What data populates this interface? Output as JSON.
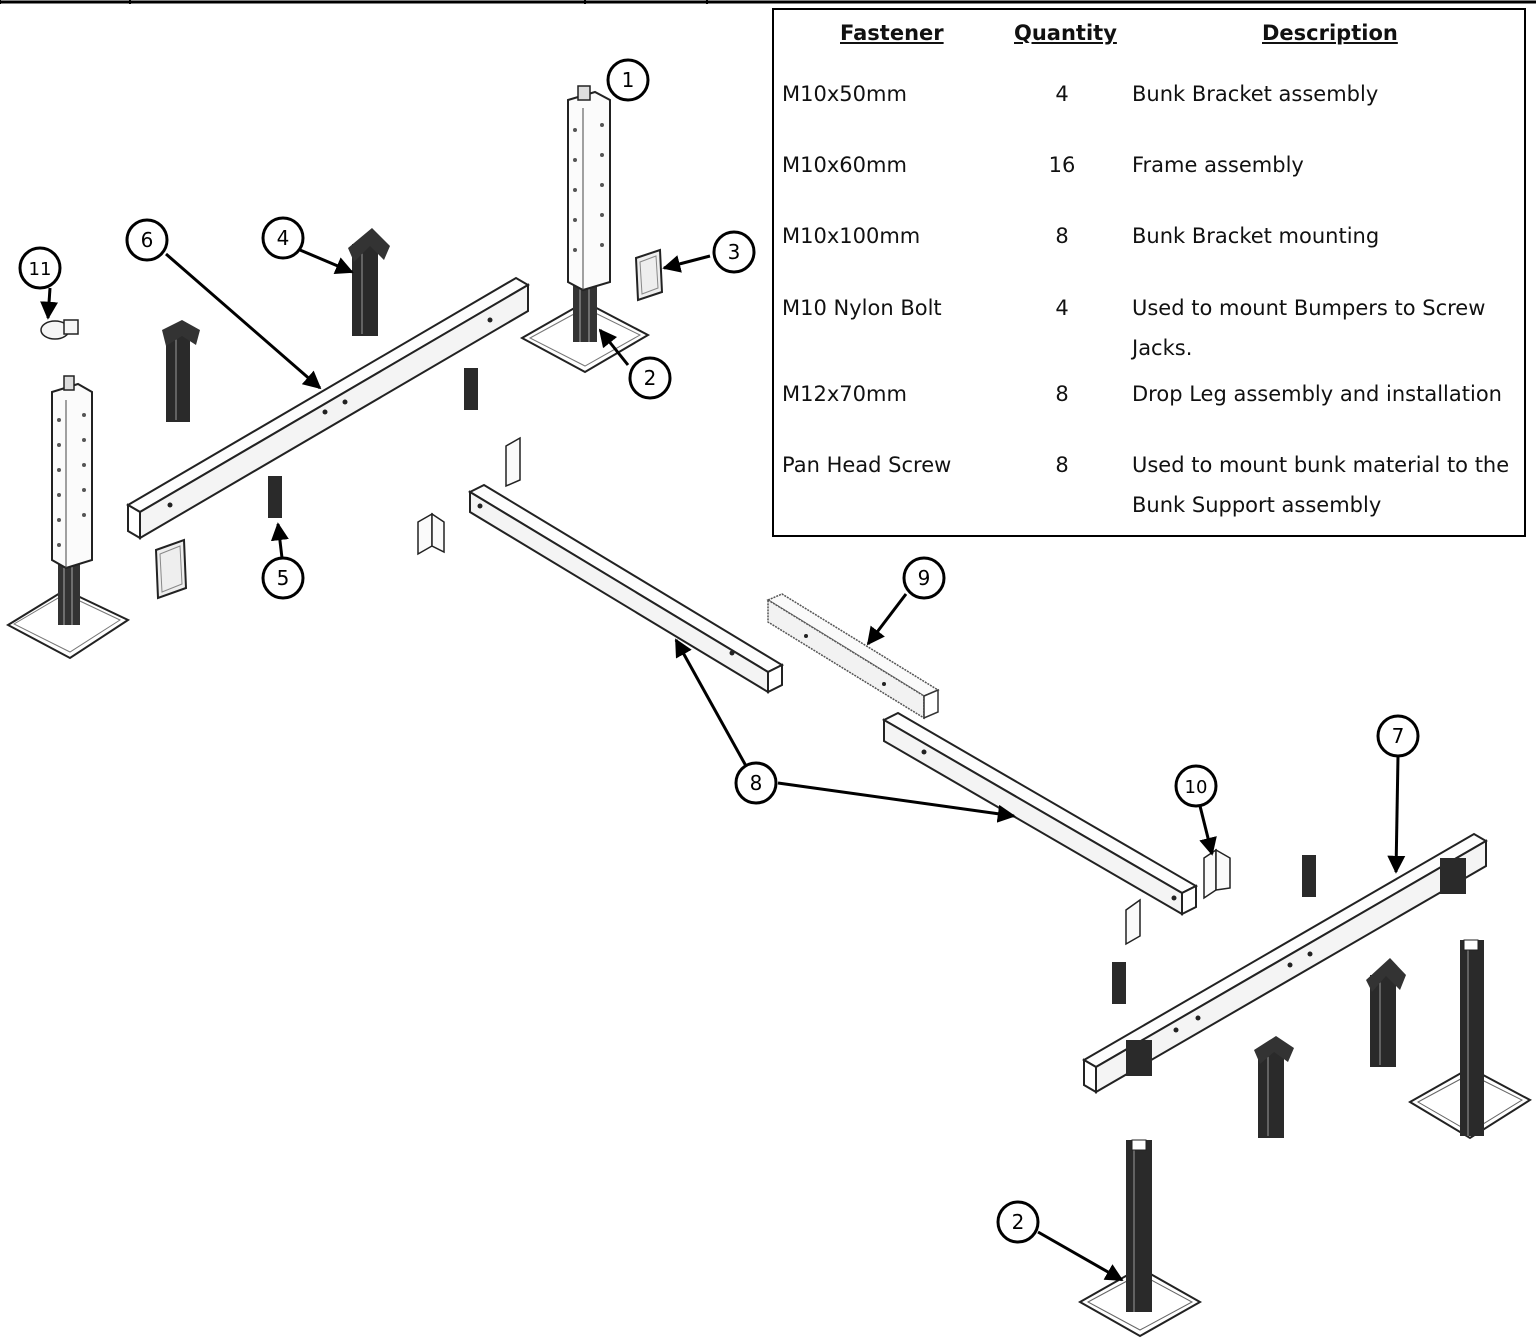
{
  "header_strip": {},
  "table": {
    "headers": {
      "fastener": "Fastener",
      "quantity": "Quantity",
      "description": "Description"
    },
    "rows": [
      {
        "fastener": "M10x50mm",
        "quantity": "4",
        "description": "Bunk Bracket assembly"
      },
      {
        "fastener": "M10x60mm",
        "quantity": "16",
        "description": "Frame assembly"
      },
      {
        "fastener": "M10x100mm",
        "quantity": "8",
        "description": "Bunk Bracket mounting"
      },
      {
        "fastener": "M10 Nylon Bolt",
        "quantity": "4",
        "description": "Used to mount  Bumpers to Screw Jacks."
      },
      {
        "fastener": "M12x70mm",
        "quantity": "8",
        "description": "Drop Leg assembly and installation"
      },
      {
        "fastener": "Pan Head Screw",
        "quantity": "8",
        "description": "Used to mount bunk material to the Bunk Support assembly"
      }
    ]
  },
  "callouts": {
    "c1": "1",
    "c2a": "2",
    "c2b": "2",
    "c3": "3",
    "c4": "4",
    "c5": "5",
    "c6": "6",
    "c7": "7",
    "c8": "8",
    "c9": "9",
    "c10": "10",
    "c11": "11"
  }
}
